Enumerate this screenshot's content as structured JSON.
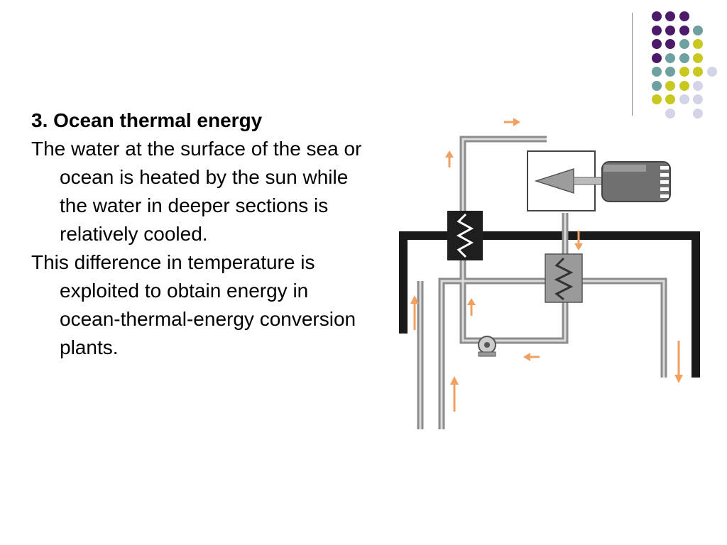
{
  "slide": {
    "heading": "3. Ocean thermal energy",
    "paragraphs": [
      "The water at the surface of the sea or ocean is heated by the sun while the water in deeper sections is relatively cooled.",
      "This difference in temperature is exploited to obtain energy in ocean-thermal-energy conversion plants."
    ]
  },
  "theme": {
    "dot_colors": {
      "purple": "#4b1a6b",
      "teal": "#6fa0a0",
      "lime": "#c8c820",
      "lavender": "#d4d4e8"
    },
    "arrow_color": "#f0a060",
    "pipe_color": "#9a9a9a",
    "wall_color": "#1a1a1a"
  },
  "diagram": {
    "icons": [
      "heat-exchanger-warm-icon",
      "heat-exchanger-cool-icon",
      "turbine-icon",
      "generator-icon",
      "pump-icon"
    ]
  }
}
